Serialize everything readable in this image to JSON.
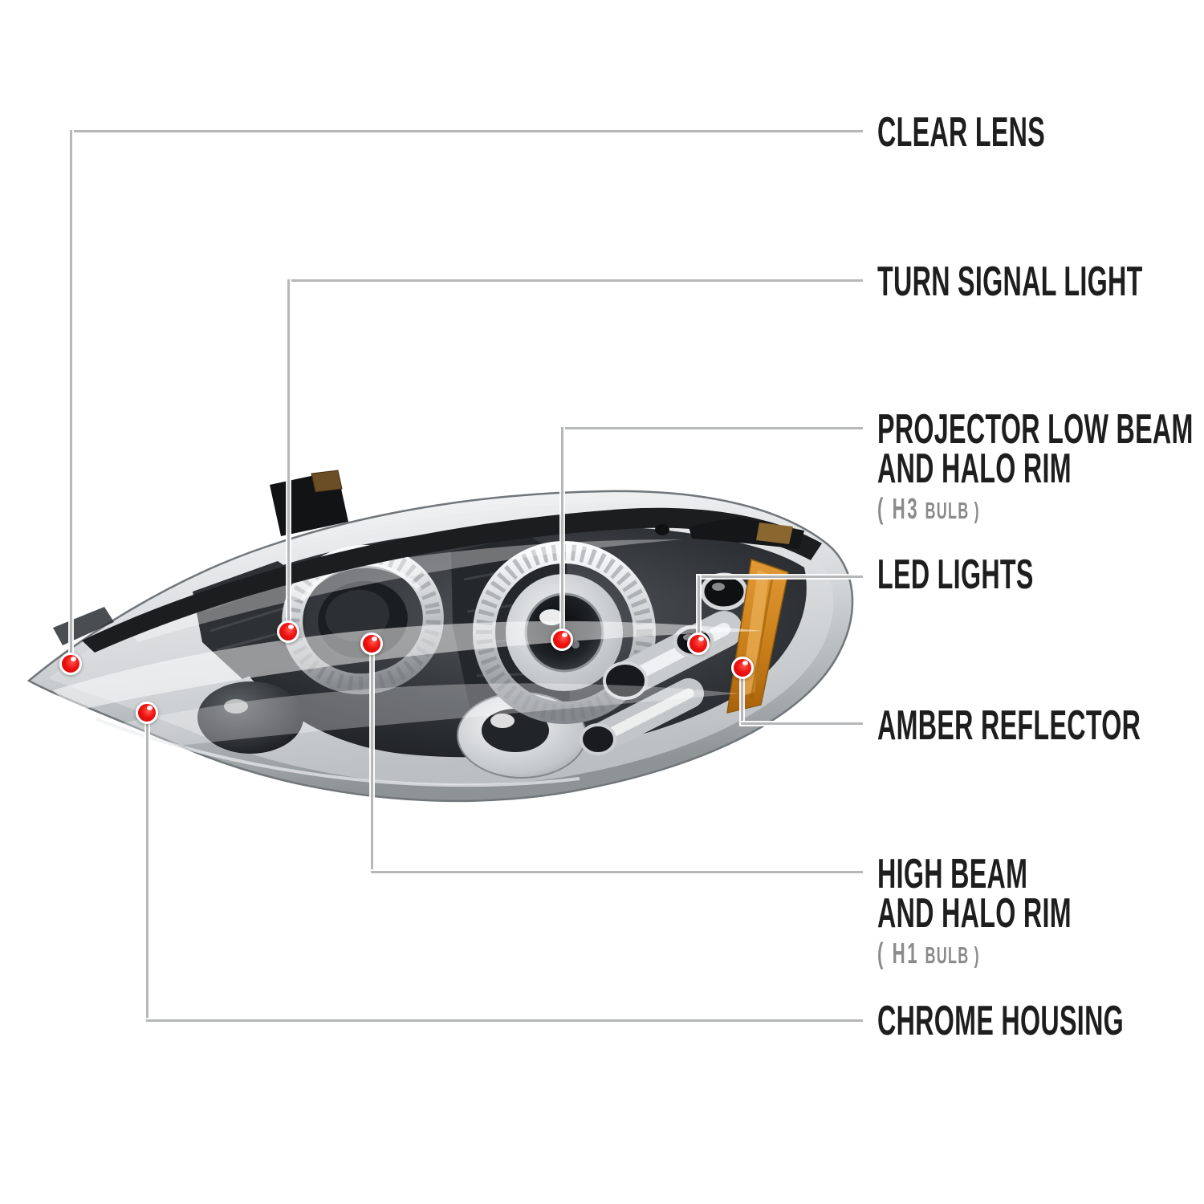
{
  "diagram": {
    "background": "#ffffff",
    "colors": {
      "label_text": "#1e1e1e",
      "bulb_text": "#8b8b8b",
      "callout_line": "#b5b7b8",
      "marker_red": "#e8100c",
      "marker_ring": "#ffffff",
      "amber_reflector": "#c87d18",
      "chrome": "#d7dadc",
      "trim_black": "#1b1d1f"
    },
    "labels": [
      {
        "id": "clear-lens",
        "text": "CLEAR LENS",
        "marker": "red-dot"
      },
      {
        "id": "turn-signal-light",
        "text": "TURN SIGNAL LIGHT",
        "marker": "red-dot"
      },
      {
        "id": "projector-low-beam",
        "line1": "PROJECTOR LOW BEAM",
        "line2": "AND HALO RIM",
        "bulb_primary": "( H3",
        "bulb_secondary": "BULB )",
        "marker": "red-dot"
      },
      {
        "id": "led-lights",
        "text": "LED LIGHTS",
        "marker": "red-dot"
      },
      {
        "id": "amber-reflector",
        "text": "AMBER REFLECTOR",
        "marker": "red-dot"
      },
      {
        "id": "high-beam",
        "line1": "HIGH BEAM",
        "line2": "AND HALO RIM",
        "bulb_primary": "( H1",
        "bulb_secondary": "BULB )",
        "marker": "red-dot"
      },
      {
        "id": "chrome-housing",
        "text": "CHROME HOUSING",
        "marker": "red-dot"
      }
    ]
  }
}
